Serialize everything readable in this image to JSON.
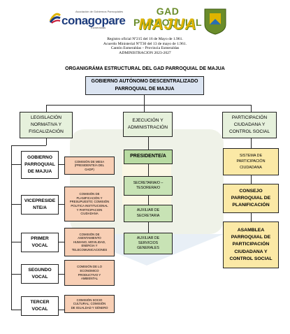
{
  "header": {
    "logo_sub": "Asociación de Gobiernos Parroquiales",
    "logo_brand": "conagopare",
    "logo_sub2": "Esmeraldas",
    "gad_title": "GAD PARROQUIAL",
    "gad_name": "MAJUA",
    "reg_lines": [
      "Registro oficial Nº215 del 16 de Mayo de 1.961.",
      "Acuerdo Ministerial NºT30 del 13 de mayo de 1.961.",
      "Cantón Esmeraldas – Provincia Esmeraldas",
      "ADMINISTRACION 2023-2027"
    ]
  },
  "chart": {
    "title": "ORGANIGRÁMA ESTRUCTURAL DEL GAD PARROQUIAL DE MAJUA",
    "root": [
      "GOBIERNO AUTÓNOMO DESCENTRALIZADO",
      "PARROQUIAL DE MAJUA"
    ],
    "branches": {
      "left": [
        "LEGISLACIÓN",
        "NORMATIVA Y",
        "FISCALIZACIÓN"
      ],
      "center": [
        "EJECUCIÓN Y",
        "ADMINISTRACIÓN"
      ],
      "right": [
        "PARTICIPACIÓN",
        "CIUDADANA Y",
        "CONTROL SOCIAL"
      ]
    },
    "left_members": [
      [
        "GOBIERNO",
        "PARROQUIAL",
        "DE MAJUA"
      ],
      [
        "VICEPRESIDE",
        "NTE/A"
      ],
      [
        "PRIMER",
        "VOCAL"
      ],
      [
        "SEGUNDO",
        "VOCAL"
      ],
      [
        "TERCER",
        "VOCAL"
      ]
    ],
    "commissions": [
      [
        "COMISIÓN DE MESA",
        "(PRESIDENTE/A DEL",
        "GADP)"
      ],
      [
        "COMISIÓN DE",
        "PLANIFICACIÓN Y",
        "PRESUPUESTO; COMISIÓN",
        "POLITICA INSTITUCIONAL",
        "Y PARTICIPACION",
        "CIUDADANA"
      ],
      [
        "COMISIÓN DE",
        "ASENTAMIENTO",
        "HUMANO, MOVILIDAD,",
        "ENERGIA Y",
        "TELECOMUNICACIONES"
      ],
      [
        "COMISIÓN DE LO",
        "ECONOMICO",
        "PRODUCTIVO Y",
        "AMBIENTAL"
      ],
      [
        "COMISIÓN SOCIO",
        "CULTURAL; COMISIÓN",
        "DE IGUALDAD Y GÉNERO"
      ]
    ],
    "center_nodes": [
      [
        "PRESIDENTE/A"
      ],
      [
        "SECRETARIA/O –",
        "TESORERA/O"
      ],
      [
        "AUXILIAR DE",
        "SECRETARIA"
      ],
      [
        "AUXILIAR DE",
        "SERVICIOS",
        "GENERALES"
      ]
    ],
    "right_nodes": [
      [
        "SISTEMA DE",
        "PARTICIPACIÓN",
        "CIUDADANA"
      ],
      [
        "CONSEJO",
        "PARROQUIAL DE",
        "PLANIFICACIÓN"
      ],
      [
        "ASAMBLEA",
        "PARROQUIAL DE",
        "PARTICIPACIÓN",
        "CIUDADANA Y",
        "CONTROL SOCIAL"
      ]
    ]
  }
}
